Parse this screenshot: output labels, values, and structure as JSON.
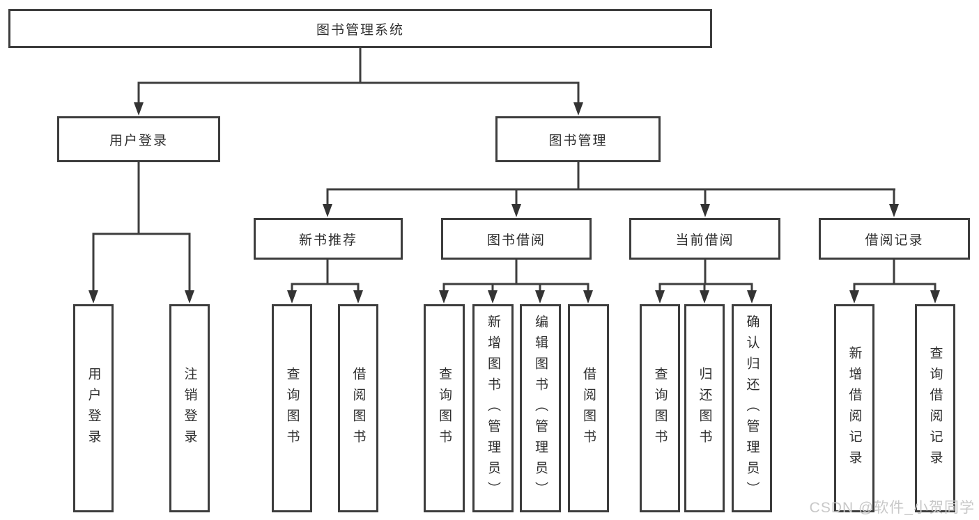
{
  "root": {
    "label": "图书管理系统"
  },
  "branches": [
    {
      "label": "用户登录",
      "leaves": [
        {
          "label": "用户登录"
        },
        {
          "label": "注销登录"
        }
      ]
    },
    {
      "label": "图书管理",
      "groups": [
        {
          "label": "新书推荐",
          "leaves": [
            {
              "label": "查询图书"
            },
            {
              "label": "借阅图书"
            }
          ]
        },
        {
          "label": "图书借阅",
          "leaves": [
            {
              "label": "查询图书"
            },
            {
              "label": "新增图书（管理员）"
            },
            {
              "label": "编辑图书（管理员）"
            },
            {
              "label": "借阅图书"
            }
          ]
        },
        {
          "label": "当前借阅",
          "leaves": [
            {
              "label": "查询图书"
            },
            {
              "label": "归还图书"
            },
            {
              "label": "确认归还（管理员）"
            }
          ]
        },
        {
          "label": "借阅记录",
          "leaves": [
            {
              "label": "新增借阅记录"
            },
            {
              "label": "查询借阅记录"
            }
          ]
        }
      ]
    }
  ],
  "watermark": {
    "text": "CSDN @软件_小贺同学"
  },
  "colors": {
    "line": "#3d3d3d",
    "text": "#2f2f2f",
    "watermark": "#c8c8c8",
    "background": "#ffffff"
  }
}
